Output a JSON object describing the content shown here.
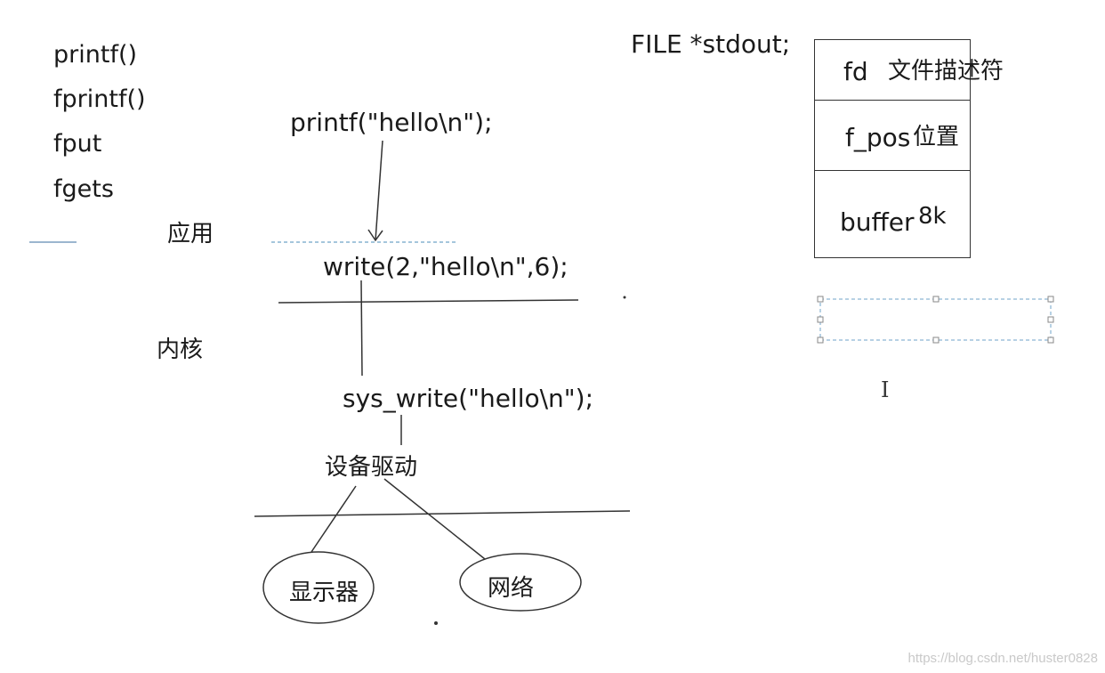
{
  "functions": [
    "printf()",
    "fprintf()",
    "fput",
    "fgets"
  ],
  "layers": {
    "app": "应用",
    "kernel": "内核"
  },
  "calls": {
    "printf": "printf(\"hello\\n\");",
    "write": "write(2,\"hello\\n\",6);",
    "sys_write": "sys_write(\"hello\\n\");",
    "driver": "设备驱动"
  },
  "devices": {
    "display": "显示器",
    "network": "网络"
  },
  "file_struct": {
    "declaration": "FILE *stdout;",
    "fields": [
      {
        "name": "fd",
        "desc": "文件描述符"
      },
      {
        "name": "f_pos",
        "desc": "位置"
      },
      {
        "name": "buffer",
        "desc": "8k"
      }
    ]
  },
  "watermark": "https://blog.csdn.net/huster0828",
  "colors": {
    "line": "#333333",
    "dashed": "#6fa3c8"
  }
}
